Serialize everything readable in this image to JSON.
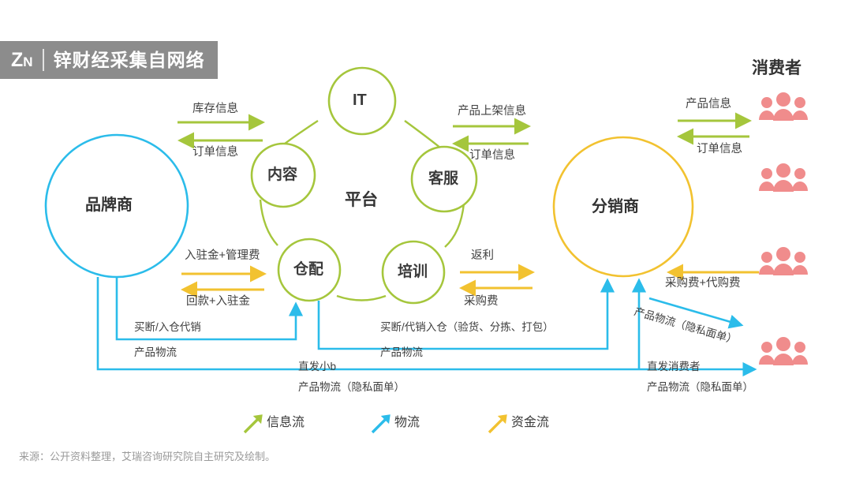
{
  "watermark": {
    "logo_main": "Z",
    "logo_sub": "N",
    "text": "锌财经采集自网络"
  },
  "colors": {
    "green": "#a5c63c",
    "blue": "#2bbcea",
    "yellow": "#f2c230",
    "pink": "#f08c8c",
    "text": "#3b3b3b",
    "watermark_bg": "#8c8c8c"
  },
  "nodes": {
    "brand": "品牌商",
    "distributor": "分销商",
    "platform": "平台",
    "platform_items": [
      "IT",
      "内容",
      "客服",
      "仓配",
      "培训"
    ],
    "consumer_title": "消费者"
  },
  "flows": {
    "brand_platform_info_out": "库存信息",
    "brand_platform_info_in": "订单信息",
    "platform_distributor_info_out": "产品上架信息",
    "platform_distributor_info_in": "订单信息",
    "distributor_consumer_info_out": "产品信息",
    "distributor_consumer_info_in": "订单信息",
    "brand_platform_money_out": "入驻金+管理费",
    "brand_platform_money_in": "回款+入驻金",
    "platform_distributor_money_out": "返利",
    "platform_distributor_money_in": "采购费",
    "distributor_consumer_money_in": "采购费+代购费",
    "brand_logistics_title": "买断/入仓代销",
    "brand_logistics_sub": "产品物流",
    "platform_logistics_title": "买断/代销入仓（验货、分拣、打包）",
    "platform_logistics_sub": "产品物流",
    "direct_small_b_title": "直发小b",
    "direct_small_b_sub": "产品物流（隐私面单）",
    "direct_consumer_title": "直发消费者",
    "direct_consumer_sub": "产品物流（隐私面单）",
    "distributor_direct_logistics": "产品物流（隐私面单）"
  },
  "legend": [
    {
      "label": "信息流",
      "color": "#a5c63c",
      "icon": "arrow-up-right-icon"
    },
    {
      "label": "物流",
      "color": "#2bbcea",
      "icon": "arrow-up-right-icon"
    },
    {
      "label": "资金流",
      "color": "#f2c230",
      "icon": "arrow-up-right-icon"
    }
  ],
  "source": "来源：公开资料整理，艾瑞咨询研究院自主研究及绘制。"
}
